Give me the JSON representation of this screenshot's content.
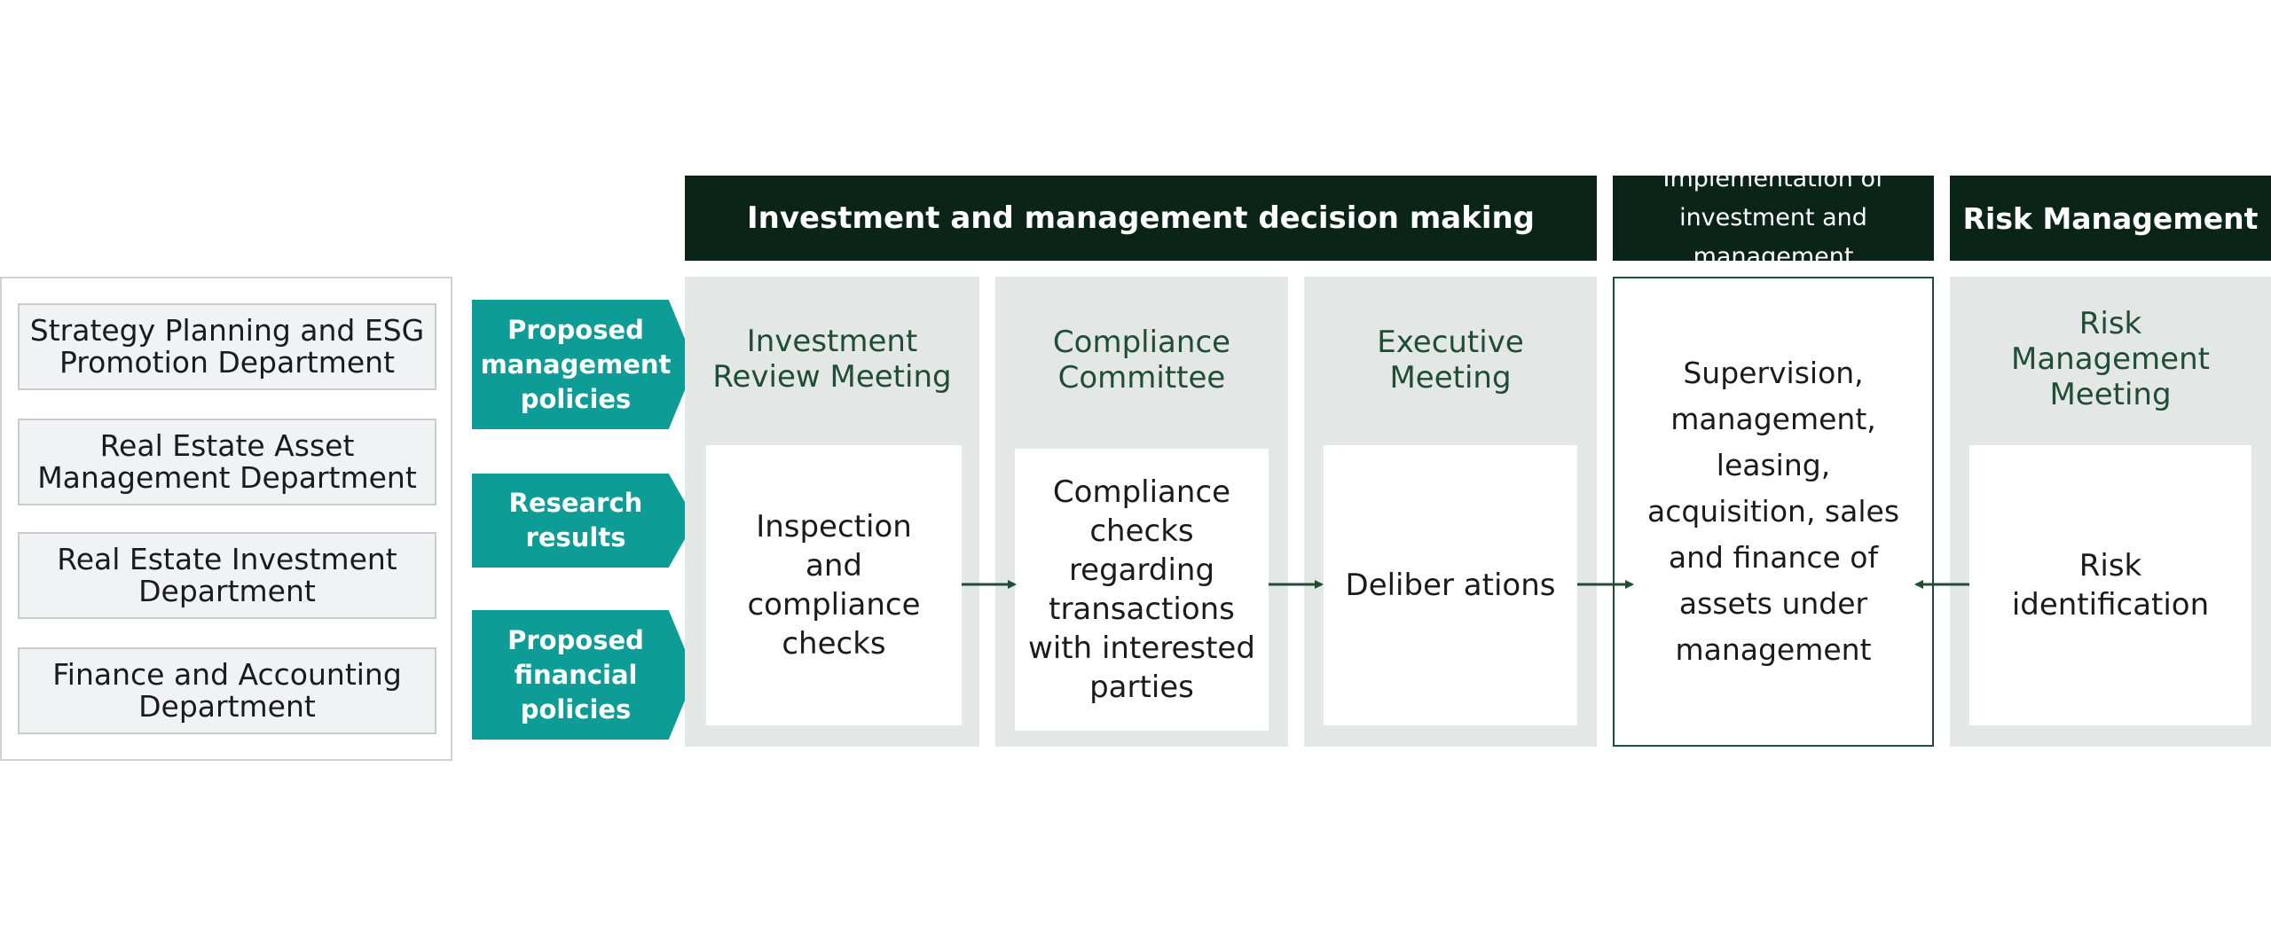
{
  "headers": {
    "decision_making": "Investment and management decision making",
    "implementation": "Implementation of investment and management",
    "risk_management": "Risk Management"
  },
  "departments": [
    "Strategy Planning and ESG Promotion Department",
    "Real Estate Asset Management Department",
    "Real Estate Investment Department",
    "Finance and Accounting Department"
  ],
  "inputs": [
    "Proposed management policies",
    "Research results",
    "Proposed financial policies"
  ],
  "stages": {
    "investment_review": {
      "title": "Investment Review Meeting",
      "body": "Inspection and compliance checks"
    },
    "compliance_committee": {
      "title": "Compliance Committee",
      "body": "Compliance checks regarding transactions with interested parties"
    },
    "executive_meeting": {
      "title": "Executive Meeting",
      "body": "Deliber ations"
    },
    "implementation": {
      "body": "Supervision, management, leasing, acquisition, sales and finance of assets under management"
    },
    "risk_meeting": {
      "title": "Risk Management Meeting",
      "body": "Risk identification"
    }
  },
  "colors": {
    "header_bg": "#0b2418",
    "teal": "#0e9c97",
    "panel_bg": "#e3e7e5",
    "green_text": "#1f4d35"
  }
}
